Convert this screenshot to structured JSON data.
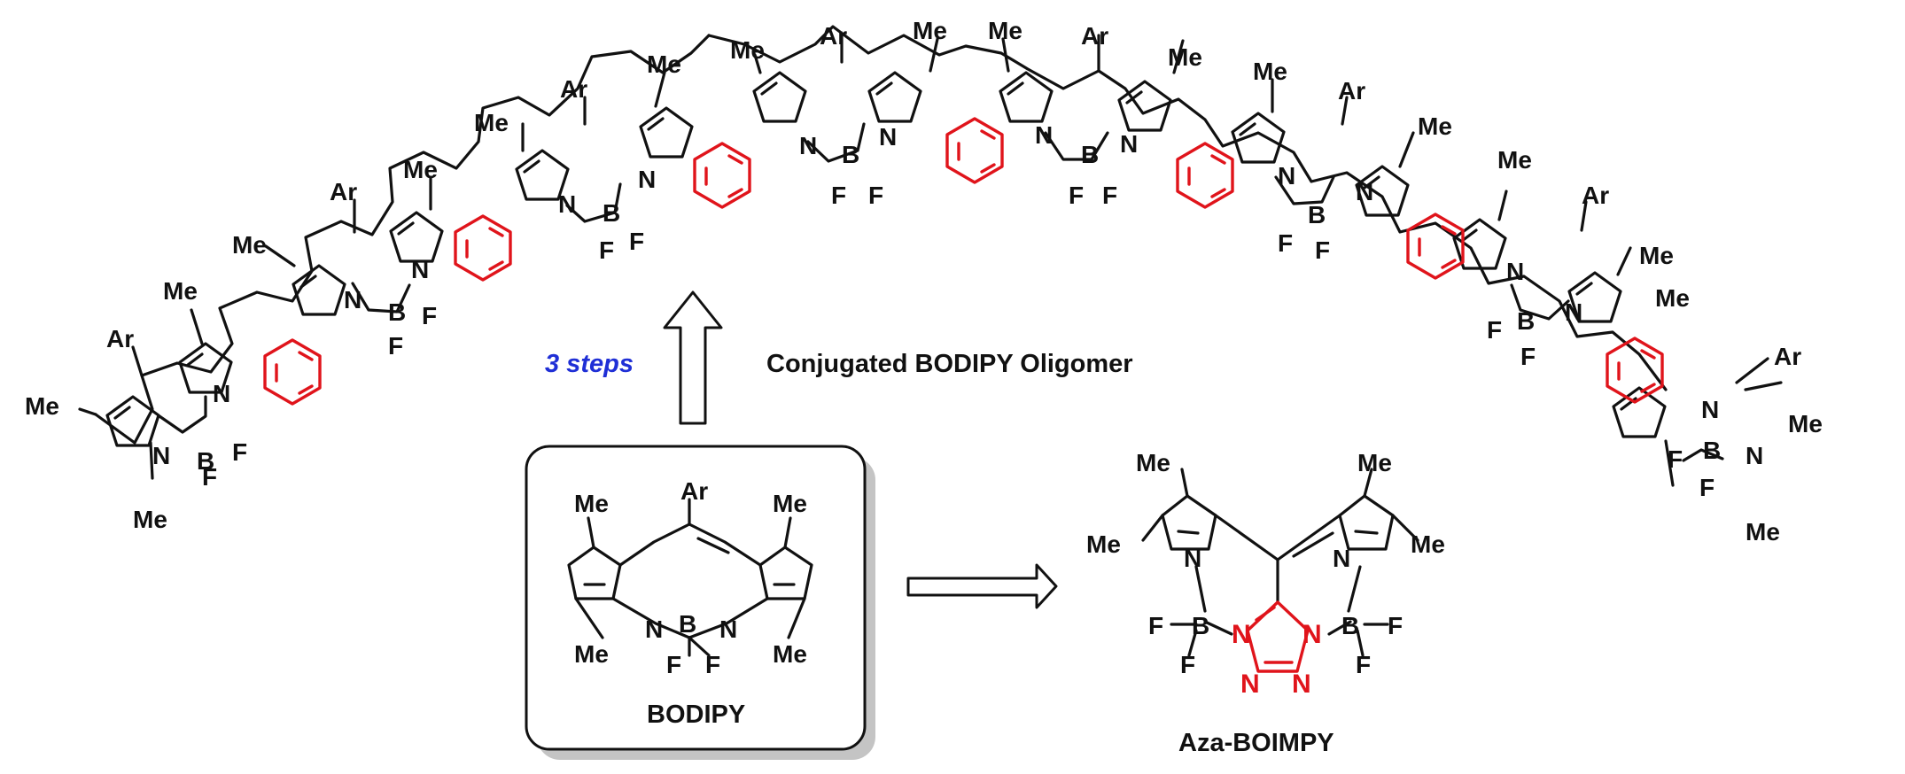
{
  "colors": {
    "bond": "#111111",
    "highlight": "#e0141b",
    "steps_text": "#1f2fd6",
    "box_shadow": "#c4c4c4"
  },
  "labels": {
    "steps": "3 steps",
    "oligomer_title": "Conjugated BODIPY Oligomer",
    "bodipy_caption": "BODIPY",
    "azaboimpy_caption": "Aza-BOIMPY"
  },
  "atoms": {
    "me": "Me",
    "ar": "Ar",
    "n": "N",
    "b": "B",
    "f": "F"
  },
  "arrows": {
    "up": "synthesis-arrow-up",
    "right": "synthesis-arrow-right"
  }
}
